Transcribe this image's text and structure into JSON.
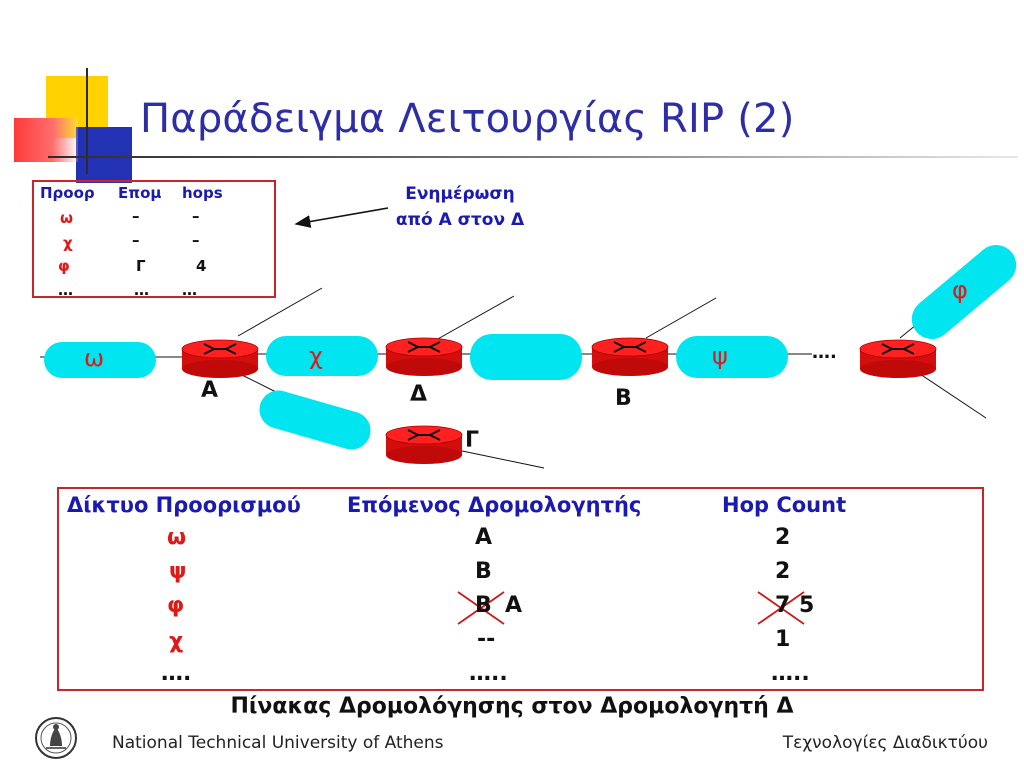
{
  "slide": {
    "title": "Παράδειγμα Λειτουργίας RIP (2)",
    "update_label_line1": "Ενημέρωση",
    "update_label_line2": "από Α στον Δ",
    "caption": "Πίνακας Δρομολόγησης στον Δρομολογητή Δ",
    "footer_left": "National Technical University of Athens",
    "footer_right": "Τεχνολογίες Διαδικτύου"
  },
  "update_table": {
    "headers": [
      "Προορ",
      "Επομ",
      "hops"
    ],
    "rows": [
      [
        "ω",
        "–",
        "–"
      ],
      [
        "χ",
        "–",
        "–"
      ],
      [
        "φ",
        "Γ",
        "4"
      ],
      [
        "…",
        "…",
        "…"
      ]
    ]
  },
  "network": {
    "clouds": [
      "ω",
      "χ",
      "ψ",
      "φ"
    ],
    "routers": [
      "Α",
      "Δ",
      "Β",
      "Γ"
    ],
    "continuation": "…."
  },
  "routing_table": {
    "headers": [
      "Δίκτυο Προορισμού",
      "Επόμενος Δρομολογητής",
      "Hop Count"
    ],
    "rows": [
      {
        "dest": "ω",
        "next": "A",
        "hops": "2"
      },
      {
        "dest": "ψ",
        "next": "B",
        "hops": "2"
      },
      {
        "dest": "φ",
        "next_old": "B",
        "next_new": "A",
        "hops_old": "7",
        "hops_new": "5"
      },
      {
        "dest": "χ",
        "next": "--",
        "hops": "1"
      },
      {
        "dest": "….",
        "next": "…..",
        "hops": "….."
      }
    ]
  },
  "colors": {
    "title": "#2d2da8",
    "table_border": "#c8242a",
    "header_text": "#1a1ab0",
    "highlight_red": "#e01818",
    "cloud": "#00e5f0",
    "router_red": "#ee0f0f"
  }
}
